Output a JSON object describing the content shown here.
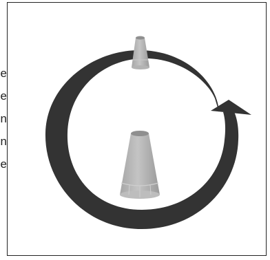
{
  "figure": {
    "edge_letters": [
      "e",
      "e",
      "n",
      "n",
      "e"
    ],
    "colors": {
      "arrow": "#333333",
      "cup_fill": "#b8b8b8",
      "cup_shadow": "#8f8f8f",
      "frame": "#222222"
    },
    "objects": [
      {
        "name": "small-truncated-cone"
      },
      {
        "name": "large-truncated-cone"
      },
      {
        "name": "circular-arrow"
      }
    ]
  }
}
